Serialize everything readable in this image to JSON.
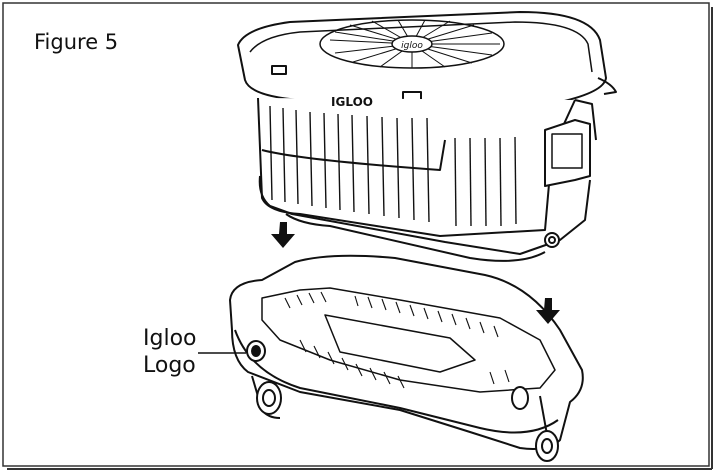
{
  "figure": {
    "title": "Figure 5",
    "callout_line1": "Igloo",
    "callout_line2": "Logo",
    "lid_brand": "IGLOO",
    "lid_badge": "igloo"
  },
  "icons": {
    "arrow_left": "arrow-down-icon",
    "arrow_right": "arrow-down-icon"
  },
  "colors": {
    "line": "#111111",
    "frame": "#333333",
    "background": "#ffffff"
  }
}
